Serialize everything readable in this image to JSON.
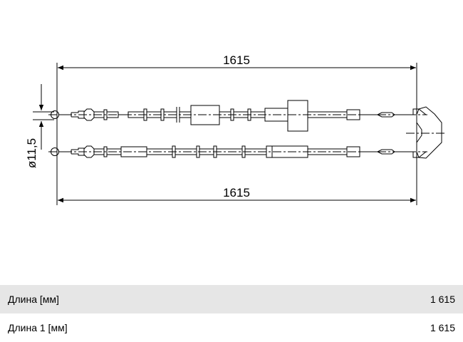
{
  "drawing": {
    "dim_top": "1615",
    "dim_bottom": "1615",
    "dim_diameter": "ø11,5"
  },
  "specs": [
    {
      "label": "Длина [мм]",
      "value": "1 615"
    },
    {
      "label": "Длина 1 [мм]",
      "value": "1 615"
    }
  ]
}
